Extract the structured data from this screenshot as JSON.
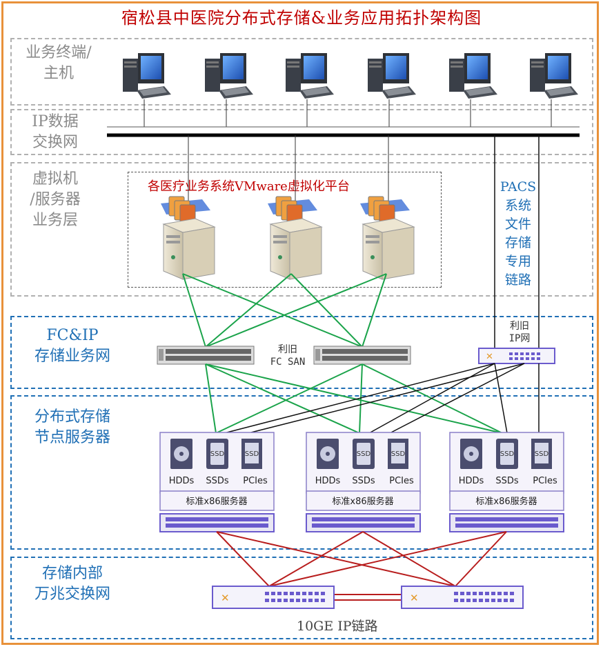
{
  "title": "宿松县中医院分布式存储&业务应用拓扑架构图",
  "zones": {
    "terminal": "业务终端/\n主机",
    "ip_switch": "IP数据\n交换网",
    "vm_layer": "虚拟机\n/服务器\n业务层",
    "fc_ip": "FC&IP\n存储业务网",
    "distributed": "分布式存储\n节点服务器",
    "internal": "存储内部\n万兆交换网"
  },
  "vm_platform_title": "各医疗业务系统VMware虚拟化平台",
  "pacs_link": "PACS\n系统\n文件\n存储\n专用\n链路",
  "reuse_ip": "利旧\nIP网",
  "reuse_fc": "利旧\nFC SAN",
  "storage_nodes": [
    {
      "hdd": "HDDs",
      "ssd": "SSDs",
      "pcie": "PCIes",
      "server": "标准x86服务器",
      "ssd_chip": "SSD"
    },
    {
      "hdd": "HDDs",
      "ssd": "SSDs",
      "pcie": "PCIes",
      "server": "标准x86服务器",
      "ssd_chip": "SSD"
    },
    {
      "hdd": "HDDs",
      "ssd": "SSDs",
      "pcie": "PCIes",
      "server": "标准x86服务器",
      "ssd_chip": "SSD"
    }
  ],
  "link_10ge": "10GE IP链路",
  "colors": {
    "border": "#e8913a",
    "title": "#c00000",
    "gray_zone": "#b0b0b0",
    "blue_zone": "#1f6fb5",
    "green_link": "#1aa34a",
    "red_link": "#b81d1d",
    "purple": "#6a5acd"
  },
  "icons": {
    "terminal": "desktop-computer-icon",
    "vm_server": "tower-server-icon",
    "fc_switch": "fc-switch-icon",
    "ip_switch": "ip-switch-icon",
    "hdd": "hard-disk-icon",
    "ssd": "ssd-icon",
    "pcie": "pcie-card-icon",
    "rack": "rack-server-icon"
  }
}
